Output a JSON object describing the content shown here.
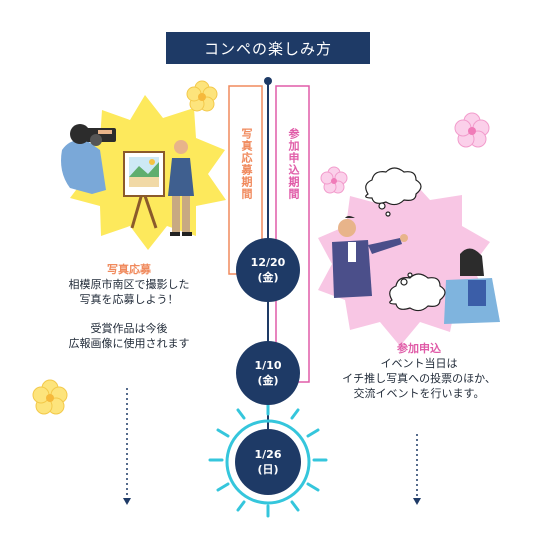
{
  "title": "コンペの楽しみ方",
  "period_photo": "写真応募期間",
  "period_entry": "参加申込期間",
  "dates": [
    {
      "date": "12/20",
      "day": "(金)"
    },
    {
      "date": "1/10",
      "day": "(金)"
    },
    {
      "date": "1/26",
      "day": "(日)"
    }
  ],
  "left": {
    "heading": "写真応募",
    "line1": "相模原市南区で撮影した",
    "line2": "写真を応募しよう！",
    "line3": "受賞作品は今後",
    "line4": "広報画像に使用されます"
  },
  "right": {
    "heading": "参加申込",
    "line1": "イベント当日は",
    "line2": "イチ推し写真への投票のほか、",
    "line3": "交流イベントを行います。"
  },
  "colors": {
    "navy": "#1e3a66",
    "orange": "#f08a5d",
    "pink": "#e05ca8",
    "yellow": "#fde95c",
    "light_pink": "#f8b8dc",
    "cyan": "#35c6dc"
  }
}
